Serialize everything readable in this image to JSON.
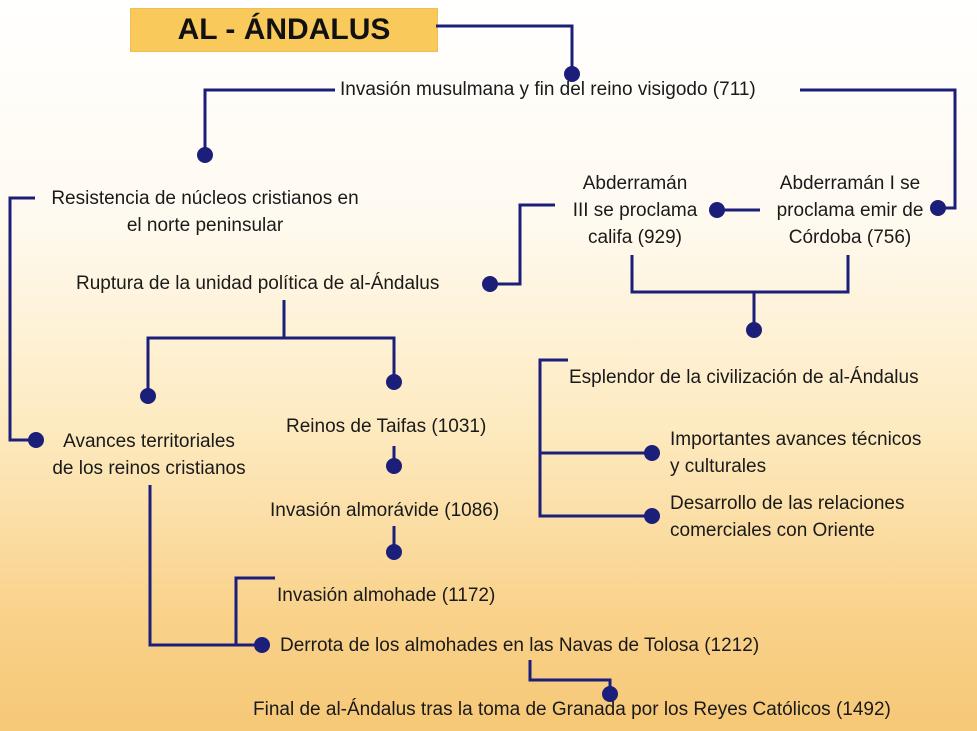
{
  "title": "AL - ÁNDALUS",
  "nodes": {
    "invasion": "Invasión musulmana y fin del reino visigodo (711)",
    "resistencia": [
      "Resistencia de núcleos cristianos en",
      "el norte peninsular"
    ],
    "abderraman3": [
      "Abderramán",
      "III se proclama",
      "califa (929)"
    ],
    "abderraman1": [
      "Abderramán I se",
      "proclama emir de",
      "Córdoba (756)"
    ],
    "ruptura": "Ruptura de la unidad política de al-Ándalus",
    "esplendor": "Esplendor de la civilización de al-Ándalus",
    "avances_tecnicos": [
      "Importantes avances técnicos",
      "y culturales"
    ],
    "relaciones": [
      "Desarrollo de las relaciones",
      "comerciales con Oriente"
    ],
    "avances_territoriales": [
      "Avances territoriales",
      "de los reinos cristianos"
    ],
    "taifas": "Reinos de Taifas (1031)",
    "almoravide": "Invasión almorávide (1086)",
    "almohade": "Invasión almohade (1172)",
    "navas": "Derrota de los almohades en las Navas de Tolosa (1212)",
    "final": "Final de al-Ándalus tras la toma de Granada por los Reyes Católicos (1492)"
  },
  "colors": {
    "connector": "#1b1f7a",
    "title_bg": "#f9c95c"
  }
}
